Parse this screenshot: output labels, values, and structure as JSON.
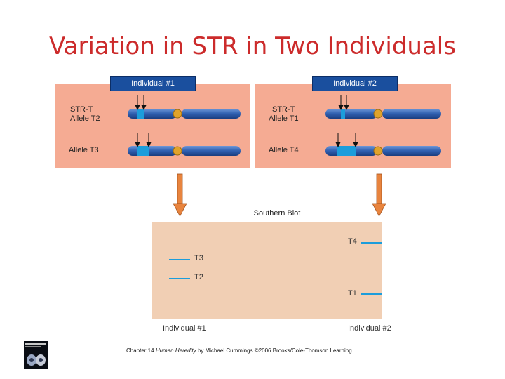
{
  "title": "Variation in STR in Two Individuals",
  "panels": [
    {
      "tab": "Individual #1",
      "label_top_1": "STR-T",
      "label_top_2": "Allele T2",
      "label_bottom": "Allele T3"
    },
    {
      "tab": "Individual #2",
      "label_top_1": "STR-T",
      "label_top_2": "Allele T1",
      "label_bottom": "Allele T4"
    }
  ],
  "blot": {
    "title": "Southern Blot",
    "bands_left": [
      "T3",
      "T2"
    ],
    "bands_right": [
      "T4",
      "T1"
    ],
    "lane_labels": [
      "Individual #1",
      "Individual #2"
    ]
  },
  "footer": {
    "prefix": "Chapter 14",
    "book": "Human Heredity",
    "suffix": "by Michael Cummings ©2006 Brooks/Cole-Thomson Learning"
  },
  "colors": {
    "title": "#cc2b2b",
    "panel": "#f5ab93",
    "tab": "#1a4f9e",
    "chromosome": "#2f5fb0",
    "str_repeat": "#1c9ddb",
    "centromere": "#e0a32b",
    "arrow": "#e8843e",
    "blot": "#f1cfb4",
    "band": "#1c9ddb"
  }
}
